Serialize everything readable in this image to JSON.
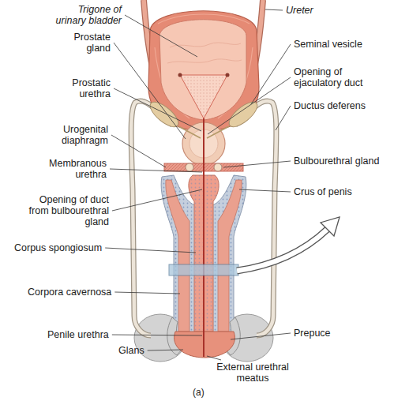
{
  "diagram": {
    "caption": "(a)",
    "labels": [
      "Trigone of urinary bladder",
      "Ureter",
      "Prostate gland",
      "Seminal vesicle",
      "Opening of ejaculatory duct",
      "Prostatic urethra",
      "Ductus deferens",
      "Urogenital diaphragm",
      "Bulbourethral gland",
      "Membranous urethra",
      "Opening of duct from bulbourethral gland",
      "Crus of penis",
      "Corpus spongiosum",
      "Corpora cavernosa",
      "Penile urethra",
      "Prepuce",
      "Glans",
      "External urethral meatus"
    ]
  }
}
